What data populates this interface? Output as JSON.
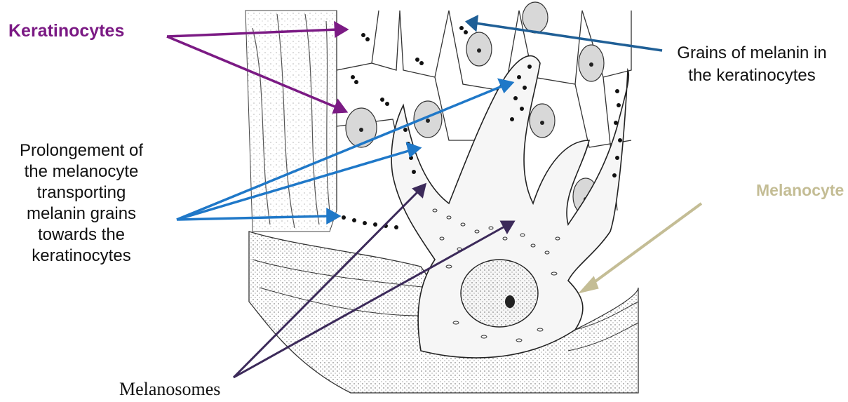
{
  "labels": {
    "keratinocytes": "Keratinocytes",
    "grains_line1": "Grains of melanin in",
    "grains_line2": "the keratinocytes",
    "prolong_line1": "Prolongement of",
    "prolong_line2": "the melanocyte",
    "prolong_line3": "transporting",
    "prolong_line4": "melanin grains",
    "prolong_line5": "towards the",
    "prolong_line6": "keratinocytes",
    "melanocyte": "Melanocyte",
    "melanosomes": "Melanosomes"
  },
  "colors": {
    "keratinocytes_arrow": "#7b1a84",
    "melanin_grains_arrow": "#1f5f96",
    "prolongement_arrow": "#1f78c8",
    "melanocyte_arrow": "#c4bd95",
    "melanosomes_arrow": "#3c2a5a"
  }
}
